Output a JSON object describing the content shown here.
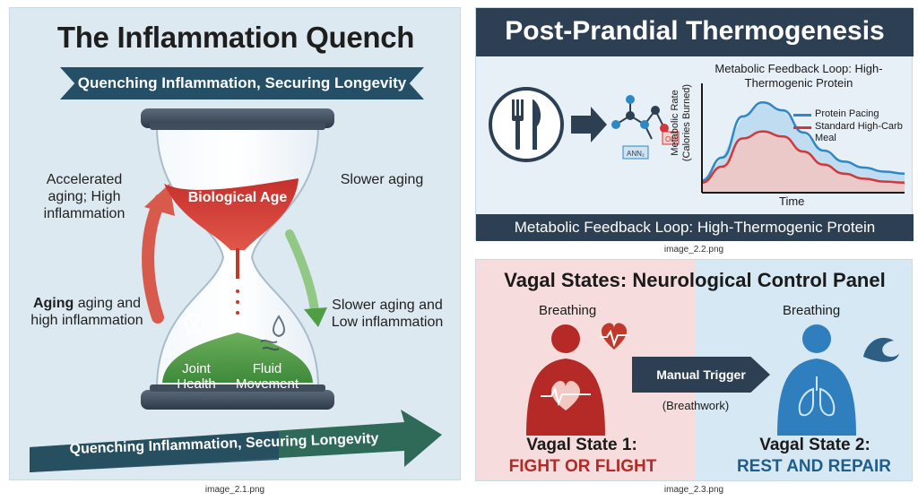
{
  "left_panel": {
    "title": "The Inflammation Quench",
    "ribbon_top": "Quenching Inflammation, Securing Longevity",
    "label_top_left": "Accelerated aging; High inflammation",
    "label_top_right": "Slower aging",
    "label_mid_left_bold": "Aging",
    "label_mid_left_rest": " aging and high inflammation",
    "label_mid_right": "Slower aging and Low inflammation",
    "hourglass_top_text": "Biological Age",
    "hourglass_bottom_left": "Joint Health",
    "hourglass_bottom_right": "Fluid Movement",
    "ribbon_bottom": "Quenching Inflammation, Securing Longevity",
    "caption": "image_2.1.png"
  },
  "right_top_panel": {
    "title": "Post-Prandial Thermogenesis",
    "chart_title": "Metabolic Feedback Loop: High-Thermogenic Protein",
    "molecule_labels": [
      "ANN₂",
      "OH"
    ],
    "footer": "Metabolic Feedback Loop: High-Thermogenic Protein",
    "caption": "image_2.2.png"
  },
  "right_bottom_panel": {
    "title": "Vagal States: Neurological Control Panel",
    "left_breathing": "Breathing",
    "right_breathing": "Breathing",
    "trigger_label": "Manual Trigger",
    "trigger_sub": "(Breathwork)",
    "state1_title": "Vagal State 1:",
    "state1_sub": "FIGHT OR FLIGHT",
    "state2_title": "Vagal State 2:",
    "state2_sub": "REST AND REPAIR",
    "caption": "image_2.3.png"
  },
  "colors": {
    "navy": "#2d3f52",
    "teal_ribbon": "#254f66",
    "red": "#c0392b",
    "green": "#3f8f4a",
    "blue": "#2f87c4"
  },
  "chart_data": {
    "type": "line",
    "title": "Metabolic Feedback Loop: High-Thermogenic Protein",
    "xlabel": "Time",
    "ylabel": "Metabolic Rate (Calories Burned)",
    "x": [
      0,
      1,
      2,
      3,
      4,
      5,
      6,
      7,
      8,
      9,
      10
    ],
    "ylim": [
      0,
      10
    ],
    "grid": false,
    "legend_placement": "right",
    "series": [
      {
        "name": "Protein Pacing",
        "color": "#2f87c4",
        "values": [
          1.2,
          3.5,
          7.6,
          9.0,
          8.2,
          6.0,
          4.2,
          3.1,
          2.5,
          2.1,
          1.9
        ]
      },
      {
        "name": "Standard High-Carb Meal",
        "color": "#d0393b",
        "values": [
          1.0,
          2.6,
          5.4,
          6.1,
          5.6,
          4.1,
          2.8,
          1.9,
          1.4,
          1.1,
          1.0
        ]
      }
    ]
  }
}
